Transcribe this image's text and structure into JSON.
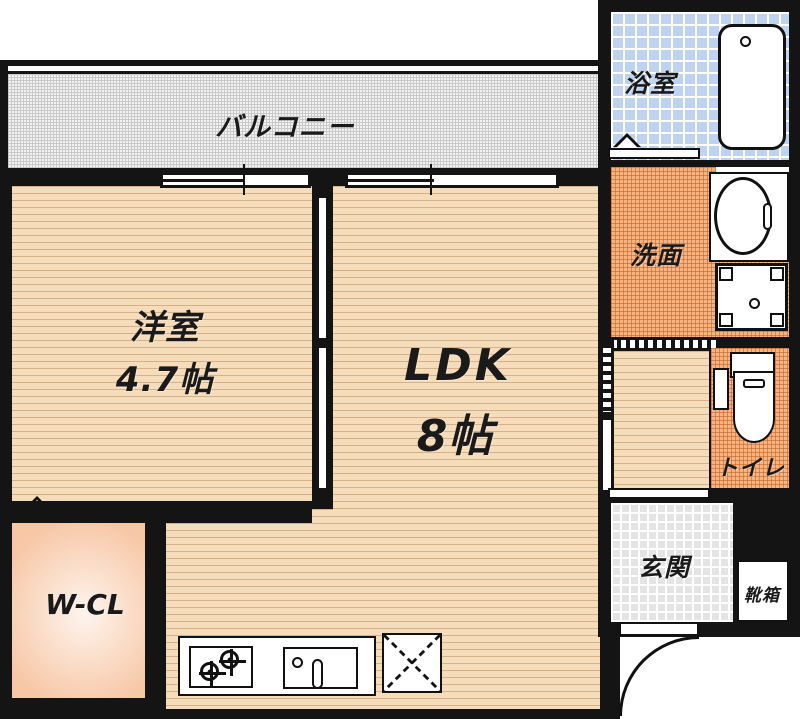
{
  "plan": {
    "title": "Apartment floor plan 1LDK",
    "rooms": [
      {
        "key": "balcony",
        "label": "バルコニー",
        "reading": "balcony"
      },
      {
        "key": "washitsu",
        "label": "洋室",
        "area": "4.7帖",
        "reading": "western-style room"
      },
      {
        "key": "ldk",
        "label": "LDK",
        "area": "8帖",
        "reading": "living dining kitchen"
      },
      {
        "key": "wcl",
        "label": "W-CL",
        "reading": "walk-in closet"
      },
      {
        "key": "bath",
        "label": "浴室",
        "reading": "bathroom"
      },
      {
        "key": "washroom",
        "label": "洗面",
        "reading": "washbasin room"
      },
      {
        "key": "toilet",
        "label": "トイレ",
        "reading": "toilet"
      },
      {
        "key": "genkan",
        "label": "玄関",
        "reading": "entrance"
      },
      {
        "key": "shoebox",
        "label": "靴箱",
        "reading": "shoe cabinet"
      }
    ],
    "labels": {
      "balcony": "バルコニー",
      "room_name": "洋室",
      "room_area": "4.7帖",
      "ldk_name": "LDK",
      "ldk_area": "8帖",
      "wcl": "W-CL",
      "bath": "浴室",
      "washroom": "洗面",
      "toilet": "トイレ",
      "genkan": "玄関",
      "shoebox": "靴箱"
    },
    "colors": {
      "wall": "#141414",
      "floor_wood": "#f5dcba",
      "balcony_fill": "#f2f2f2",
      "bath_fill": "#bed2f2",
      "wet_fill": "#f5b481",
      "genkan_fill": "#e4e4e4",
      "closet_fill": "#f7c7a6",
      "fixture_white": "#ffffff"
    },
    "fixtures": [
      {
        "key": "bathtub",
        "name": "bathtub"
      },
      {
        "key": "washbasin",
        "name": "washbasin"
      },
      {
        "key": "washer-pan",
        "name": "washing-machine-pan"
      },
      {
        "key": "toilet",
        "name": "toilet-fixture"
      },
      {
        "key": "paper-holder",
        "name": "toilet-paper-holder"
      },
      {
        "key": "gas-stove",
        "name": "two-burner-gas-stove"
      },
      {
        "key": "kitchen-sink",
        "name": "kitchen-sink"
      },
      {
        "key": "fridge-space",
        "name": "refrigerator-space"
      },
      {
        "key": "shoe-cabinet",
        "name": "shoe-cabinet"
      },
      {
        "key": "entry-door",
        "name": "entrance-door"
      }
    ]
  }
}
